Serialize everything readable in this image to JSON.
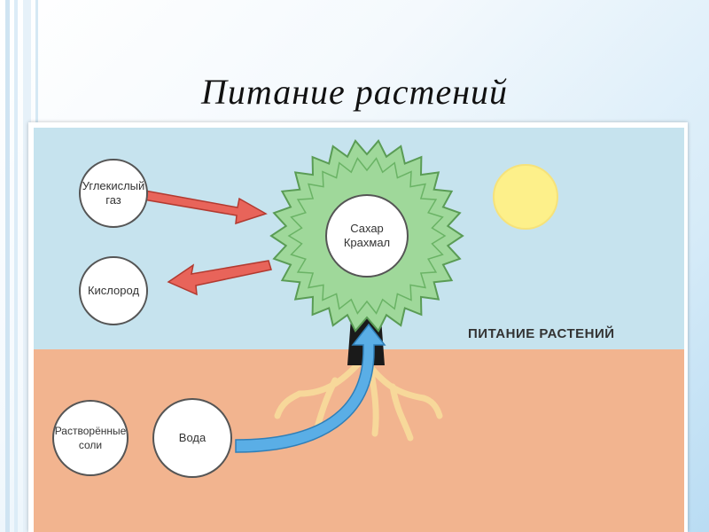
{
  "slide": {
    "title": "Питание растений"
  },
  "diagram": {
    "caption": "ПИТАНИЕ РАСТЕНИЙ",
    "nodes": {
      "carbon_dioxide": "Углекислый\nгаз",
      "oxygen": "Кислород",
      "sugar_starch": "Сахар\nКрахмал",
      "dissolved_salts": "Растворённые\nсоли",
      "water": "Вода"
    },
    "colors": {
      "sky": "#c6e3ee",
      "soil": "#f2b48f",
      "crown": "#9fd89a",
      "arrow_red": "#e8645a",
      "arrow_blue": "#5aaee6",
      "sun": "#fdf08a"
    }
  }
}
